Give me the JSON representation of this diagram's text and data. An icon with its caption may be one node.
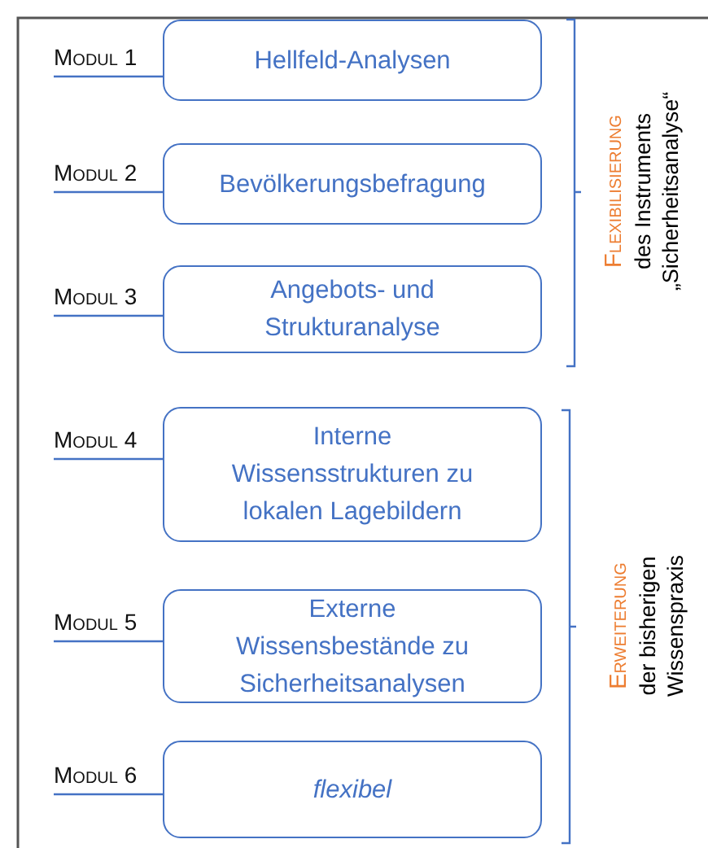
{
  "diagram": {
    "nodes": [
      {
        "text": [
          "Modul 1"
        ]
      },
      {
        "text": [
          "Hellfeld-Analysen"
        ]
      },
      {
        "text": [
          "Modul 2"
        ]
      },
      {
        "text": [
          "Bevölkerungsbefragung"
        ]
      },
      {
        "text": [
          "Modul 3"
        ]
      },
      {
        "text": [
          "Angebots- und Strukturanalyse"
        ]
      },
      {
        "text": [
          "Modul 4"
        ]
      },
      {
        "text": [
          "Interne Wissensstrukturen zu lokalen Lagebildern"
        ]
      },
      {
        "text": [
          "Modul 5"
        ]
      },
      {
        "text": [
          "Externe Wissensbestände zu Sicherheitsanalysen"
        ]
      },
      {
        "text": [
          "Modul 6"
        ]
      },
      {
        "text": [
          "flexibel"
        ]
      }
    ],
    "edges": [
      {
        "from": 0,
        "to": 1,
        "arrow": "none"
      },
      {
        "from": 2,
        "to": 3,
        "arrow": "none"
      },
      {
        "from": 4,
        "to": 5,
        "arrow": "none"
      },
      {
        "from": 6,
        "to": 7,
        "arrow": "none"
      },
      {
        "from": 8,
        "to": 9,
        "arrow": "none"
      },
      {
        "from": 10,
        "to": 11,
        "arrow": "none"
      }
    ],
    "labels": [
      "Flexibilisierung",
      "des Instruments „Sicherheitsanalyse“",
      "Erweiterung",
      "der bisherigen Wissenspraxis"
    ]
  }
}
